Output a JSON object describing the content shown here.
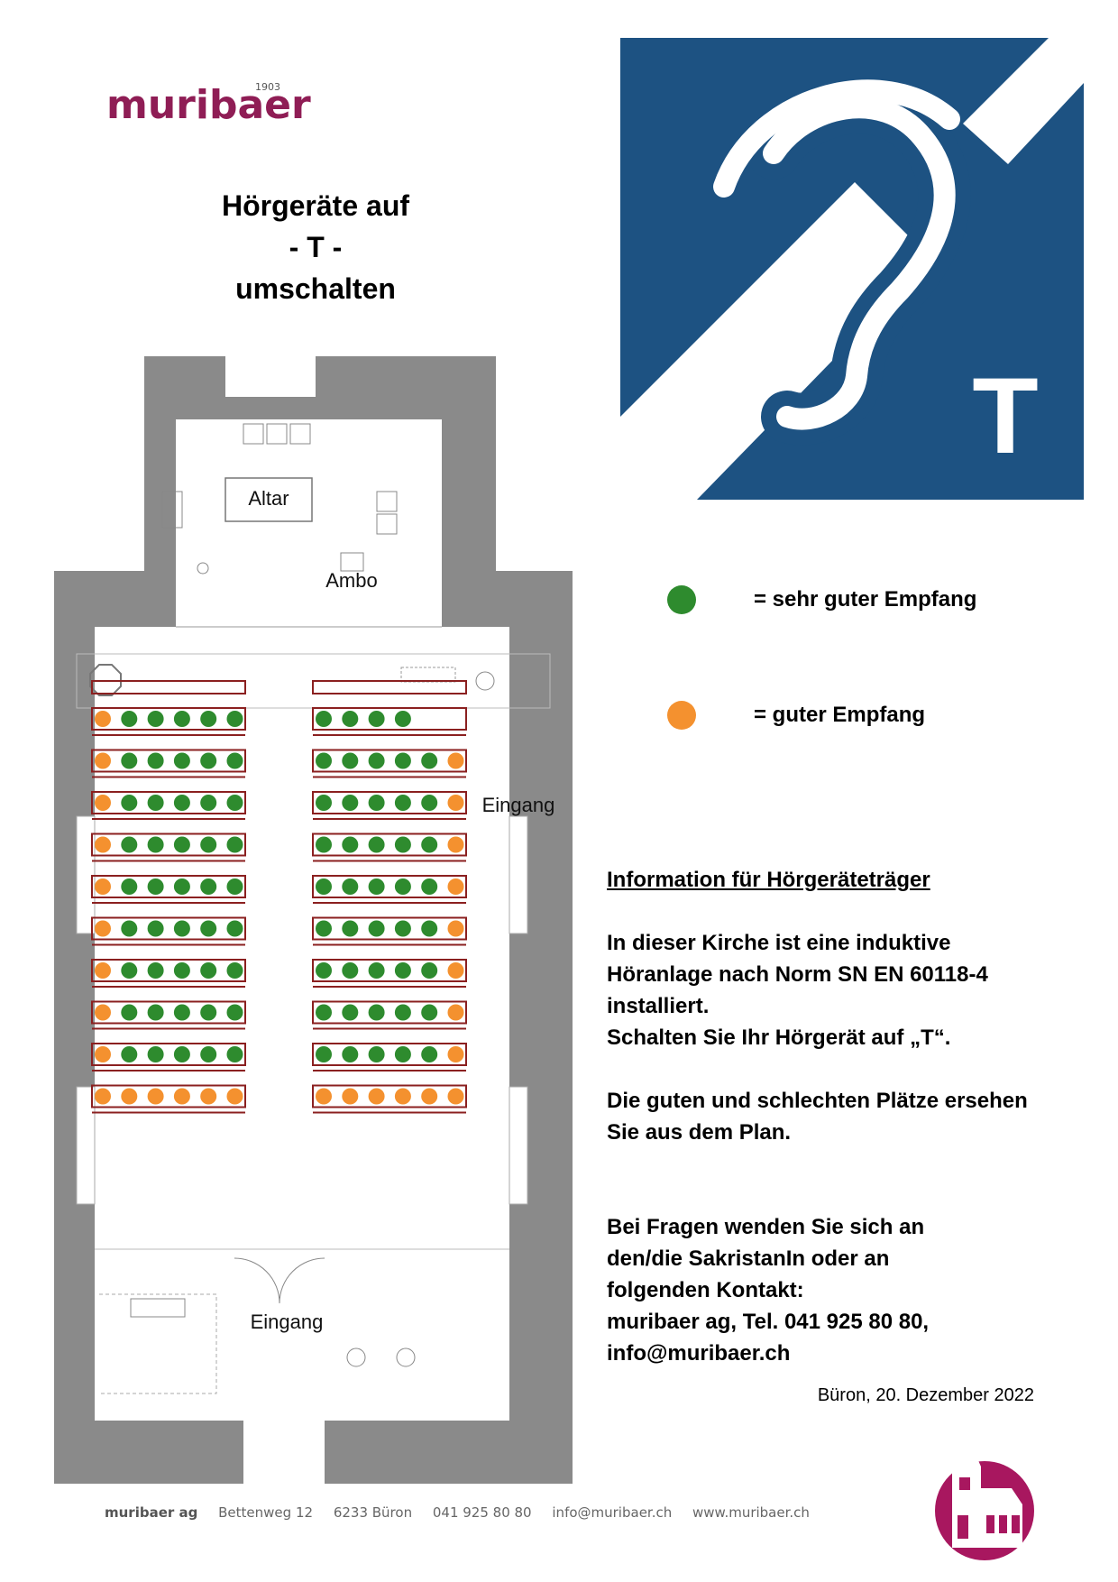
{
  "brand": {
    "name": "muribaer",
    "year": "1903"
  },
  "headline": {
    "line1": "Hörgeräte auf",
    "line2": "- T -",
    "line3": "umschalten"
  },
  "sign": {
    "letter": "T",
    "bg_color": "#1d5282"
  },
  "plan": {
    "labels": {
      "altar": "Altar",
      "ambo": "Ambo",
      "entrance_side": "Eingang",
      "entrance_main": "Eingang"
    },
    "colors": {
      "very_good": "#2e8b2e",
      "good": "#f4912f",
      "bench": "#8b2020",
      "wall": "#8a8a8a"
    },
    "left_rows": [
      "OGGGGG",
      "OGGGGG",
      "OGGGGG",
      "OGGGGG",
      "OGGGGG",
      "OGGGGG",
      "OGGGGG",
      "OGGGGG",
      "OGGGGG",
      "OOOOOO"
    ],
    "right_rows": [
      "GGGG",
      "GGGGGO",
      "GGGGGO",
      "GGGGGO",
      "GGGGGO",
      "GGGGGO",
      "GGGGGO",
      "GGGGGO",
      "GGGGGO",
      "OOOOOO"
    ]
  },
  "legend": [
    {
      "label": "= sehr guter Empfang",
      "color": "#2e8b2e"
    },
    {
      "label": "= guter Empfang",
      "color": "#f4912f"
    }
  ],
  "info": {
    "title": "Information für Hörgeräteträger",
    "p1": [
      "In dieser Kirche ist eine induktive",
      "Höranlage nach Norm SN EN 60118-4",
      "installiert.",
      "Schalten Sie Ihr Hörgerät auf „T“."
    ],
    "p2": [
      "Die guten und schlechten Plätze ersehen",
      "Sie aus dem Plan."
    ],
    "p3": [
      "Bei Fragen wenden Sie sich an",
      "den/die SakristanIn oder an",
      "folgenden Kontakt:",
      "muribaer ag, Tel. 041 925 80 80,",
      "info@muribaer.ch"
    ]
  },
  "date": "Büron, 20. Dezember 2022",
  "footer": {
    "company": "muribaer ag",
    "street": "Bettenweg 12",
    "city": "6233 Büron",
    "phone": "041 925 80 80",
    "email": "info@muribaer.ch",
    "web": "www.muribaer.ch"
  }
}
